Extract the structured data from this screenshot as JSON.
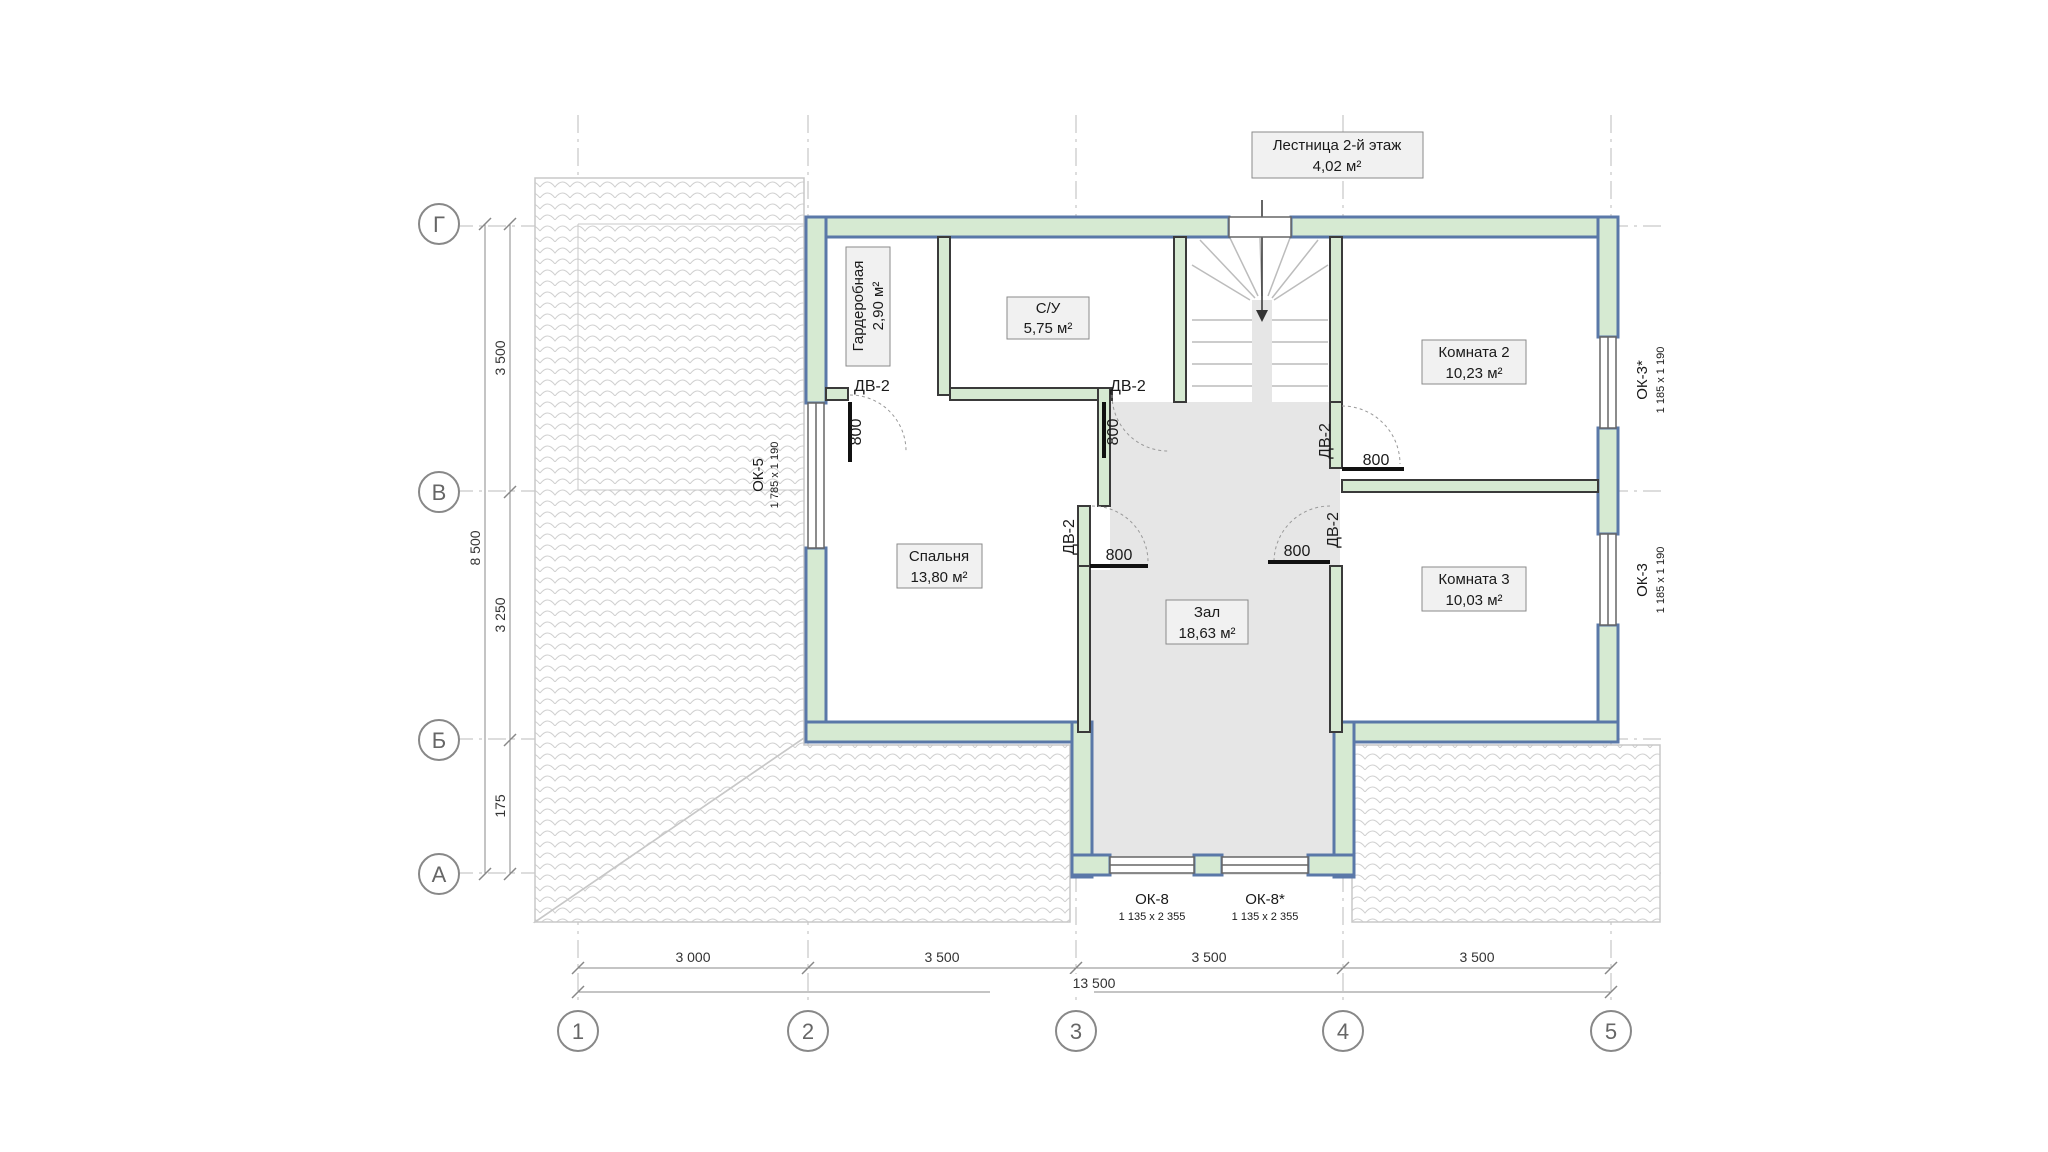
{
  "axes": {
    "columns": [
      "1",
      "2",
      "3",
      "4",
      "5"
    ],
    "rows": [
      "Г",
      "В",
      "Б",
      "А"
    ]
  },
  "dimensions": {
    "bottom": [
      "3 000",
      "3 500",
      "3 500",
      "3 500"
    ],
    "total": "13 500",
    "left": [
      "3 500",
      "3 250",
      "175"
    ],
    "left_total": "8 500"
  },
  "rooms": {
    "wardrobe": {
      "name": "Гардеробная",
      "area": "2,90 м²"
    },
    "bath": {
      "name": "С/У",
      "area": "5,75 м²"
    },
    "bedroom": {
      "name": "Спальня",
      "area": "13,80 м²"
    },
    "hall": {
      "name": "Зал",
      "area": "18,63 м²"
    },
    "room2": {
      "name": "Комната 2",
      "area": "10,23 м²"
    },
    "room3": {
      "name": "Комната 3",
      "area": "10,03 м²"
    },
    "stair": {
      "name": "Лестница 2-й этаж",
      "area": "4,02 м²"
    }
  },
  "doors": {
    "type": "ДВ-2",
    "width": "800"
  },
  "windows": {
    "ok5": {
      "name": "ОК-5",
      "size": "1 785 х 1 190"
    },
    "ok3s": {
      "name": "ОК-3*",
      "size": "1 185 х 1 190"
    },
    "ok3": {
      "name": "ОК-3",
      "size": "1 185 х 1 190"
    },
    "ok8": {
      "name": "ОК-8",
      "size": "1 135 х 2 355"
    },
    "ok8s": {
      "name": "ОК-8*",
      "size": "1 135 х 2 355"
    }
  },
  "colors": {
    "wall_fill": "#d6ead2",
    "outline_blue": "#5a78a8",
    "hall_fill": "#e6e6e6",
    "roof_stroke": "#c8c8c8"
  }
}
